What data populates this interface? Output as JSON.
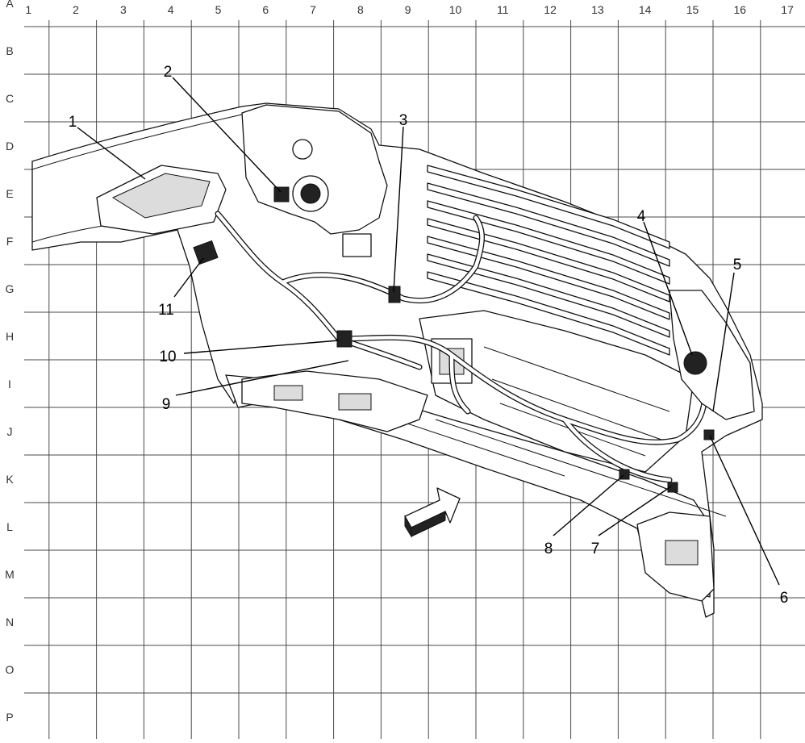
{
  "grid": {
    "columns": [
      "1",
      "2",
      "3",
      "4",
      "5",
      "6",
      "7",
      "8",
      "9",
      "10",
      "11",
      "12",
      "13",
      "14",
      "15",
      "16",
      "17"
    ],
    "rows": [
      "A",
      "B",
      "C",
      "D",
      "E",
      "F",
      "G",
      "H",
      "I",
      "J",
      "K",
      "L",
      "M",
      "N",
      "O",
      "P"
    ]
  },
  "callouts": [
    {
      "id": "1",
      "label": "1"
    },
    {
      "id": "2",
      "label": "2"
    },
    {
      "id": "3",
      "label": "3"
    },
    {
      "id": "4",
      "label": "4"
    },
    {
      "id": "5",
      "label": "5"
    },
    {
      "id": "6",
      "label": "6"
    },
    {
      "id": "7",
      "label": "7"
    },
    {
      "id": "8",
      "label": "8"
    },
    {
      "id": "9",
      "label": "9"
    },
    {
      "id": "10",
      "label": "10"
    },
    {
      "id": "11",
      "label": "11"
    }
  ],
  "icons": {
    "direction_arrow": "vehicle-front-arrow-icon"
  }
}
